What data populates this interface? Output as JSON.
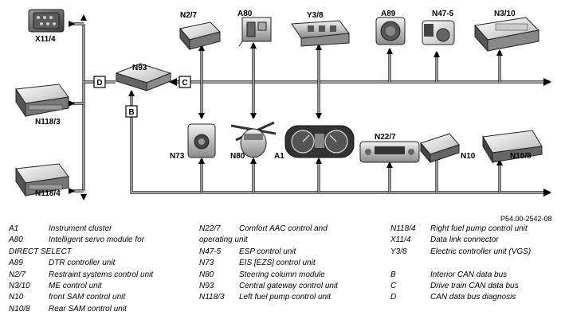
{
  "components": {
    "X11/4": "X11/4",
    "N118/3": "N118/3",
    "N118/4": "N118/4",
    "N93": "N93",
    "N2/7": "N2/7",
    "A80": "A80",
    "Y3/8": "Y3/8",
    "A89": "A89",
    "N47-5": "N47-5",
    "N3/10": "N3/10",
    "N73": "N73",
    "N80": "N80",
    "A1": "A1",
    "N22/7": "N22/7",
    "N10": "N10",
    "N10/8": "N10/8"
  },
  "buses": {
    "B": "B",
    "C": "C",
    "D": "D"
  },
  "figure_ref": "P54.00-2542-08",
  "legend": {
    "col1": [
      {
        "code": "A1",
        "text": "Instrument cluster"
      },
      {
        "code": "A80",
        "text": "Intelligent servo module for",
        "cont": "DIRECT SELECT"
      },
      {
        "code": "A89",
        "text": "DTR controller unit"
      },
      {
        "code": "N2/7",
        "text": "Restraint systems control unit"
      },
      {
        "code": "N3/10",
        "text": "ME control unit"
      },
      {
        "code": "N10",
        "text": "front SAM control unit"
      },
      {
        "code": "N10/8",
        "text": "Rear SAM control unit"
      }
    ],
    "col2": [
      {
        "code": "N22/7",
        "text": "Comfort AAC control and",
        "cont": "operating unit"
      },
      {
        "code": "N47-5",
        "text": "ESP control unit"
      },
      {
        "code": "N73",
        "text": "EIS [EZS] control unit"
      },
      {
        "code": "N80",
        "text": "Steering column module"
      },
      {
        "code": "N93",
        "text": "Central gateway control unit"
      },
      {
        "code": "N118/3",
        "text": "Left fuel pump control unit"
      }
    ],
    "col3": [
      {
        "code": "N118/4",
        "text": "Right fuel pump control unit"
      },
      {
        "code": "X11/4",
        "text": "Data link connector"
      },
      {
        "code": "Y3/8",
        "text": "Electric controller unit (VGS)"
      },
      {
        "code": "",
        "text": ""
      },
      {
        "code": "B",
        "text": "Interior CAN data bus"
      },
      {
        "code": "C",
        "text": "Drive train CAN data bus"
      },
      {
        "code": "D",
        "text": "CAN data bus diagnosis"
      }
    ]
  }
}
